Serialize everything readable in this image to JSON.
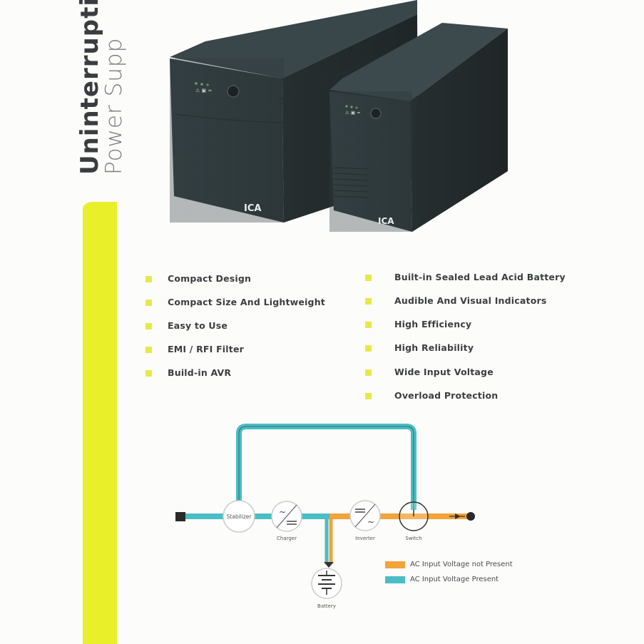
{
  "header": {
    "title_line1": "Uninterruptib",
    "title_line2": "Power Supp"
  },
  "product": {
    "brand": "ICA",
    "indicator_icons": "⚠ ▣ ≈"
  },
  "features": {
    "left": [
      "Compact Design",
      "Compact Size And Lightweight",
      "Easy to Use",
      "EMI / RFI Filter",
      "Build-in AVR"
    ],
    "right": [
      "Built-in Sealed Lead Acid Battery",
      "Audible And Visual Indicators",
      "High Efficiency",
      "High Reliability",
      "Wide Input Voltage",
      "Overload Protection"
    ]
  },
  "diagram": {
    "nodes": {
      "stabilizer": "Stabilizer",
      "charger": "Charger",
      "inverter": "Inverter",
      "switch": "Switch",
      "battery": "Battery"
    },
    "legend": [
      {
        "label": "AC Input Voltage not Present",
        "color": "#f2a33a"
      },
      {
        "label": "AC Input Voltage Present",
        "color": "#4bbdc4"
      }
    ]
  },
  "colors": {
    "accent_yellow": "#e9f02a",
    "bullet": "#e7e94a",
    "teal": "#4bbdc4",
    "orange": "#f2a33a",
    "ups_body": "#2b3538"
  }
}
